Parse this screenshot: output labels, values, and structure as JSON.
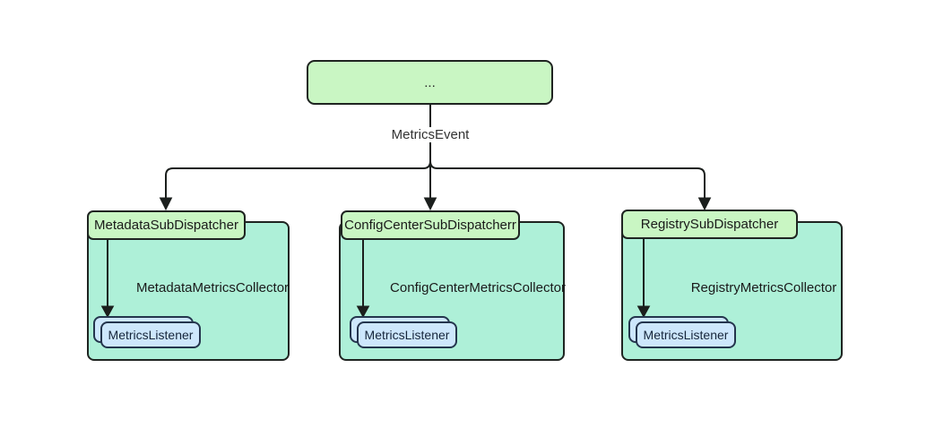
{
  "diagram": {
    "type": "flowchart",
    "root": {
      "label": "..."
    },
    "edge_label": "MetricsEvent",
    "groups": [
      {
        "dispatcher": "MetadataSubDispatcher",
        "collector": "MetadataMetricsCollector",
        "listener": "MetricsListener"
      },
      {
        "dispatcher": "ConfigCenterSubDispatcherr",
        "collector": "ConfigCenterMetricsCollector",
        "listener": "MetricsListener"
      },
      {
        "dispatcher": "RegistrySubDispatcher",
        "collector": "RegistryMetricsCollector",
        "listener": "MetricsListener"
      }
    ],
    "colors": {
      "node_green": "#c9f6c3",
      "container_teal": "#aef0d8",
      "listener_blue": "#cde7fc",
      "edge_stroke": "#1b1f1d",
      "listener_stroke": "#24354d",
      "edge_label_text": "#333333",
      "background": "#ffffff"
    }
  }
}
